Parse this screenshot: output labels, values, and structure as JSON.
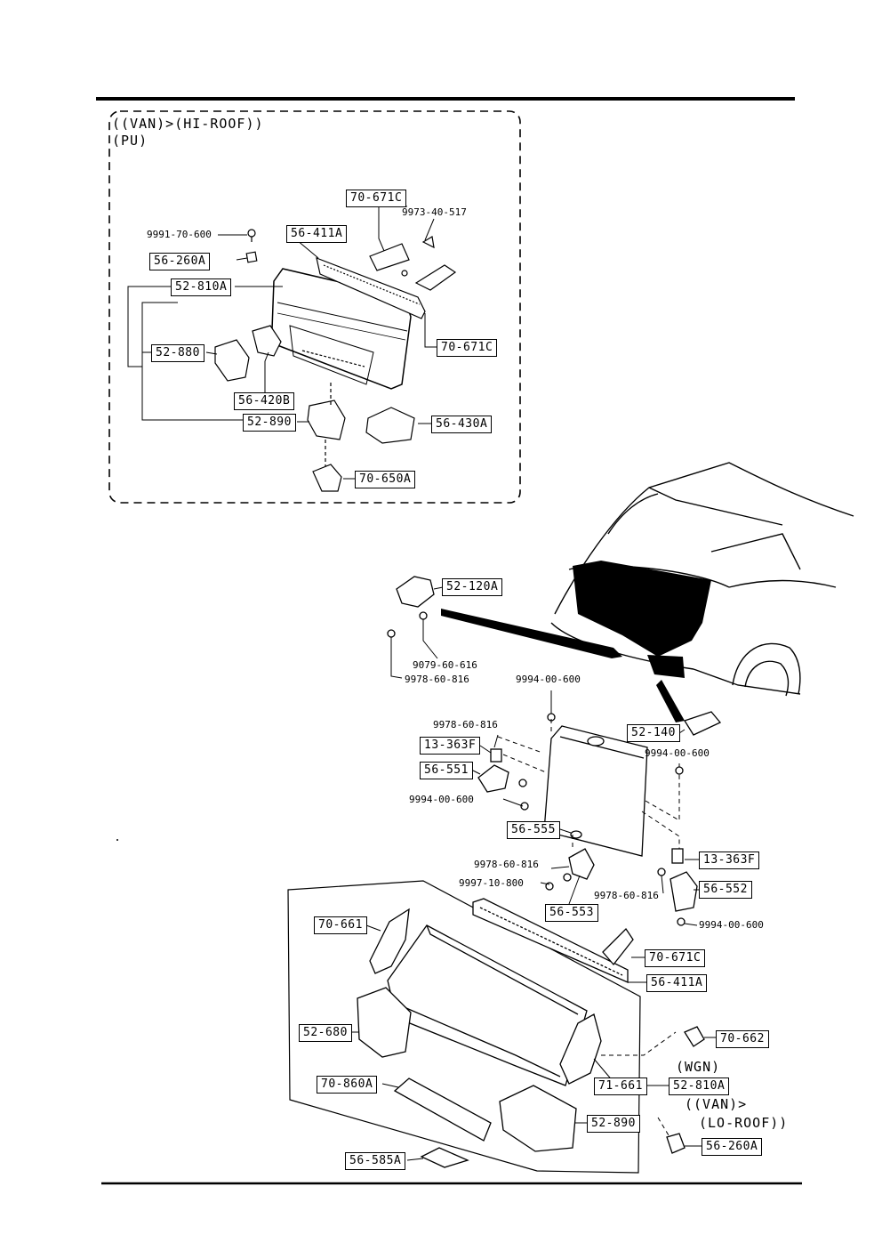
{
  "inset": {
    "cond1": "((VAN)>(HI-ROOF))",
    "cond2": "(PU)",
    "labels": {
      "l_70671C_a": "70-671C",
      "l_9973": "9973-40-517",
      "l_9991": "9991-70-600",
      "l_56411A": "56-411A",
      "l_56260A": "56-260A",
      "l_52810A": "52-810A",
      "l_70671C_b": "70-671C",
      "l_52880": "52-880",
      "l_56420B": "56-420B",
      "l_52890": "52-890",
      "l_56430A": "56-430A",
      "l_70650A": "70-650A"
    }
  },
  "main": {
    "labels": {
      "m_52120A": "52-120A",
      "m_9079": "9079-60-616",
      "m_9978a": "9978-60-816",
      "m_9994a": "9994-00-600",
      "m_9978b": "9978-60-816",
      "m_13363F_a": "13-363F",
      "m_56551": "56-551",
      "m_52140": "52-140",
      "m_9994b": "9994-00-600",
      "m_9994c": "9994-00-600",
      "m_56555": "56-555",
      "m_13363F_b": "13-363F",
      "m_9978c": "9978-60-816",
      "m_9997": "9997-10-800",
      "m_9978d": "9978-60-816",
      "m_56552": "56-552",
      "m_56553": "56-553",
      "m_9994d": "9994-00-600",
      "m_70661": "70-661",
      "m_70671C": "70-671C",
      "m_56411A": "56-411A",
      "m_52680": "52-680",
      "m_70662": "70-662",
      "m_71661": "71-661",
      "m_52810A": "52-810A",
      "m_70860A": "70-860A",
      "m_52890": "52-890",
      "m_56260A": "56-260A",
      "m_56585A": "56-585A"
    },
    "cond_wgn": "(WGN)",
    "cond_van": "((VAN)>",
    "cond_lo": "(LO-ROOF))"
  }
}
